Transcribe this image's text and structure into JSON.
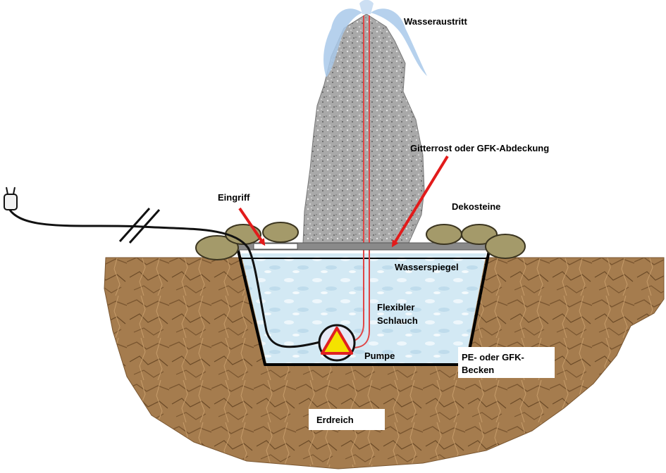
{
  "labels": {
    "water_outlet": "Wasseraustritt",
    "grate": "Gitterrost oder GFK-Abdeckung",
    "access": "Eingriff",
    "deco_stones": "Dekosteine",
    "water_level": "Wasserspiegel",
    "hose_line1": "Flexibler",
    "hose_line2": "Schlauch",
    "pump": "Pumpe",
    "basin_line1": "PE- oder GFK-",
    "basin_line2": "Becken",
    "soil": "Erdreich"
  },
  "colors": {
    "soil": "#a57c4e",
    "soil_dark": "#6e4e2c",
    "water": "#d3e9f4",
    "rock": "#9a9a9a",
    "stone": "#a49a6a",
    "arrow": "#e21b1b",
    "hose": "#e04646",
    "pump_fill": "#f4e200",
    "pump_ring": "#e02020",
    "grate": "#8a8a8a",
    "cable": "#111111",
    "spray": "#a9c9ea"
  },
  "icons": [
    "plug-icon",
    "cable-break-icon",
    "pump-triangle-icon"
  ]
}
